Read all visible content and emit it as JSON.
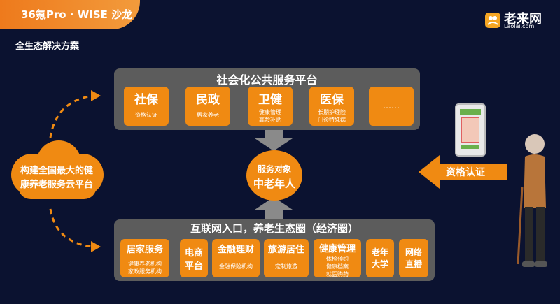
{
  "header": {
    "brand": "36氪Pro · WISE 沙龙",
    "logo_name": "老来网",
    "logo_url": "Laolai.com"
  },
  "page_title": "全生态解决方案",
  "platform": {
    "title": "社会化公共服务平台",
    "items": [
      {
        "title": "社保",
        "sub1": "资格认证",
        "sub2": ""
      },
      {
        "title": "民政",
        "sub1": "居家养老",
        "sub2": ""
      },
      {
        "title": "卫健",
        "sub1": "健康管理",
        "sub2": "高龄补贴"
      },
      {
        "title": "医保",
        "sub1": "长期护理险",
        "sub2": "门诊特殊病"
      },
      {
        "title": "……",
        "sub1": "",
        "sub2": ""
      }
    ]
  },
  "service": {
    "label": "服务对象",
    "target": "中老年人"
  },
  "cloud": {
    "line1": "构建全国最大的健",
    "line2": "康养老服务云平台"
  },
  "verify": {
    "label": "资格认证"
  },
  "ecosystem": {
    "title": "互联网入口，养老生态圈（经济圈）",
    "items": [
      {
        "title": "居家服务",
        "sub1": "健康养老机构",
        "sub2": "家政服务机构",
        "sub3": ""
      },
      {
        "title": "电商",
        "title2": "平台",
        "sub1": "",
        "sub2": "",
        "sub3": ""
      },
      {
        "title": "金融理财",
        "sub1": "金融保险机构",
        "sub2": "",
        "sub3": ""
      },
      {
        "title": "旅游居住",
        "sub1": "定制旅游",
        "sub2": "",
        "sub3": ""
      },
      {
        "title": "健康管理",
        "sub1": "体检预约",
        "sub2": "健康档案",
        "sub3": "就医购药"
      },
      {
        "title": "老年",
        "title2": "大学",
        "sub1": "",
        "sub2": "",
        "sub3": ""
      },
      {
        "title": "网络",
        "title2": "直播",
        "sub1": "",
        "sub2": "",
        "sub3": ""
      }
    ]
  },
  "colors": {
    "background": "#0b1230",
    "accent": "#f08a12",
    "panel": "#5c5c5c"
  }
}
